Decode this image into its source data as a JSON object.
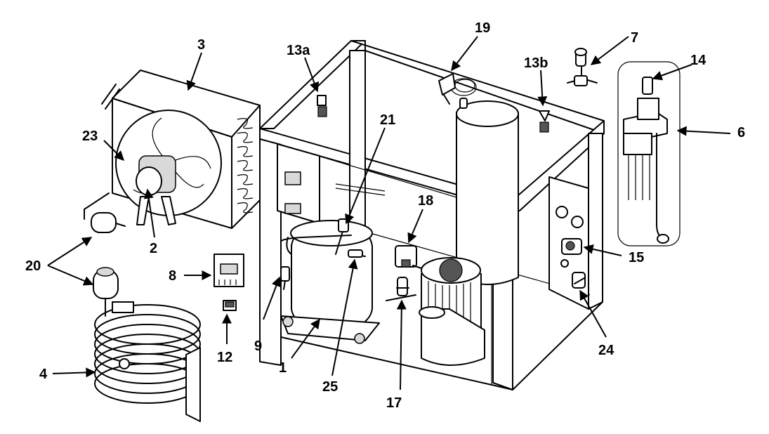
{
  "callouts": {
    "c1": "1",
    "c2": "2",
    "c3": "3",
    "c4": "4",
    "c6": "6",
    "c7": "7",
    "c8": "8",
    "c9": "9",
    "c12": "12",
    "c13a": "13a",
    "c13b": "13b",
    "c14": "14",
    "c15": "15",
    "c17": "17",
    "c18": "18",
    "c19": "19",
    "c20": "20",
    "c21": "21",
    "c23": "23",
    "c24": "24",
    "c25": "25"
  }
}
